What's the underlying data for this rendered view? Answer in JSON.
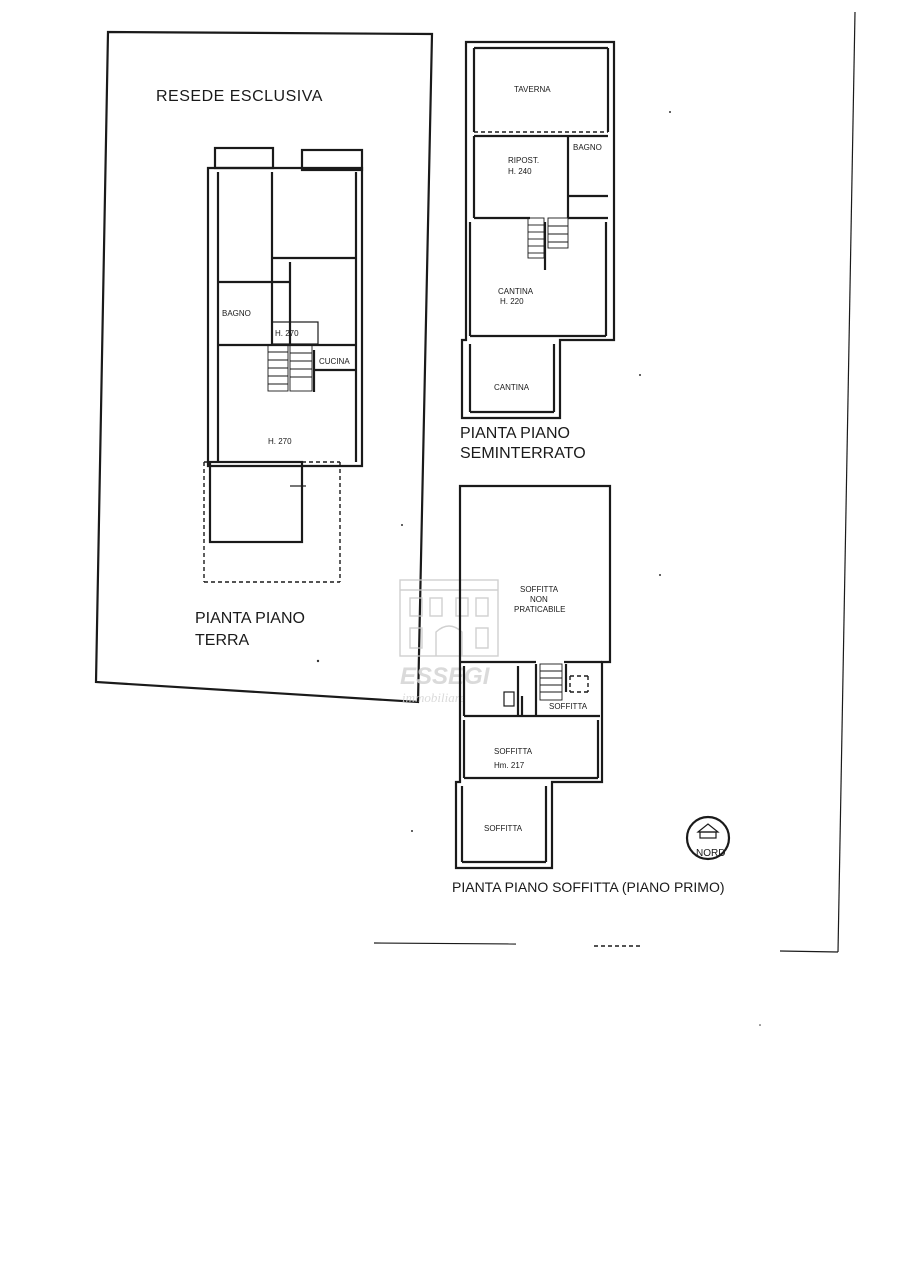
{
  "ground_floor": {
    "outer_label": "RESEDE ESCLUSIVA",
    "rooms": {
      "bagno": "BAGNO",
      "h270_small": "H. 270",
      "cucina": "CUCINA",
      "h270_main": "H. 270"
    },
    "title_line1": "PIANTA PIANO",
    "title_line2": "TERRA"
  },
  "basement": {
    "rooms": {
      "taverna": "TAVERNA",
      "ripost": "RIPOST.",
      "ripost_h": "H. 240",
      "bagno": "BAGNO",
      "cantina1": "CANTINA",
      "cantina1_h": "H. 220",
      "cantina2": "CANTINA"
    },
    "title_line1": "PIANTA PIANO",
    "title_line2": "SEMINTERRATO"
  },
  "attic": {
    "rooms": {
      "soffitta_np1": "SOFFITTA",
      "soffitta_np2": "NON",
      "soffitta_np3": "PRATICABILE",
      "soffitta_small": "SOFFITTA",
      "soffitta_mid": "SOFFITTA",
      "soffitta_mid_h": "Hm. 217",
      "soffitta_low": "SOFFITTA"
    },
    "title": "PIANTA PIANO SOFFITTA (PIANO PRIMO)"
  },
  "north_arrow": {
    "label": "NORD"
  },
  "watermark": {
    "brand": "ESSEGI",
    "subtitle": "immobiliare"
  }
}
